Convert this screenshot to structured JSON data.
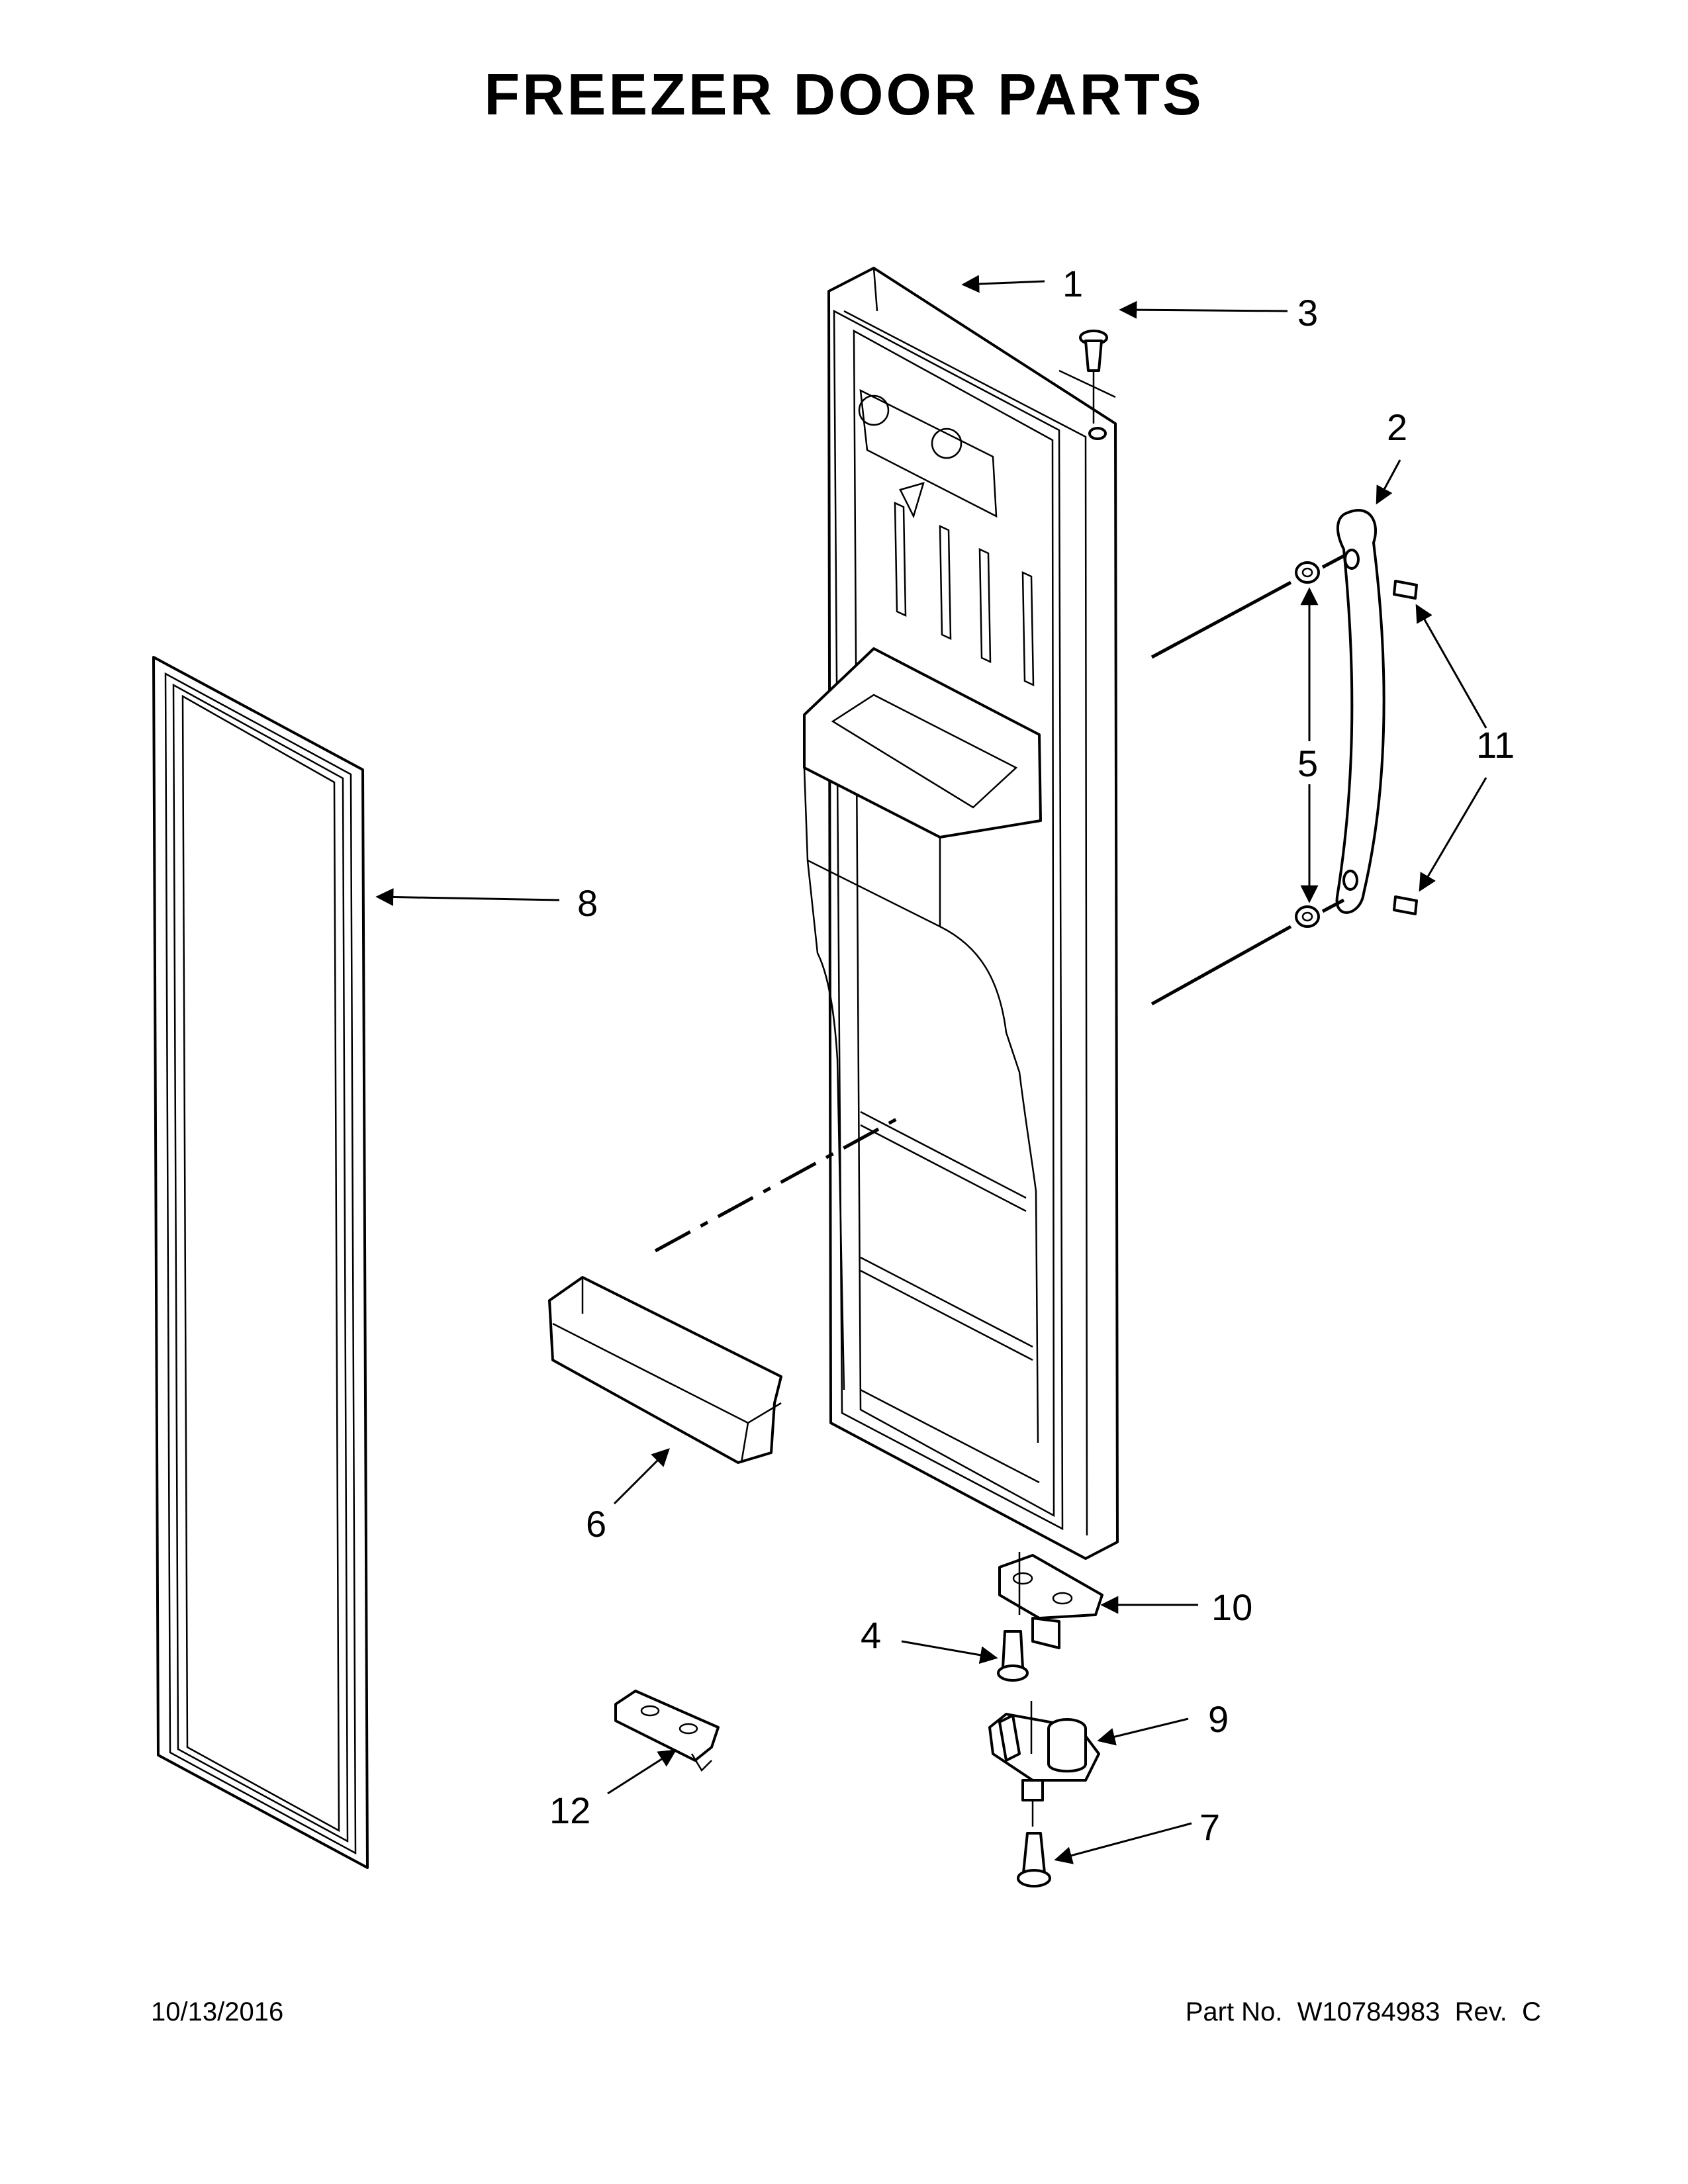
{
  "header": {
    "title": "FREEZER DOOR PARTS"
  },
  "callouts": [
    "1",
    "2",
    "3",
    "4",
    "5",
    "6",
    "7",
    "8",
    "9",
    "10",
    "11",
    "12"
  ],
  "footer": {
    "date": "10/13/2016",
    "part_number": "Part No.  W10784983  Rev.  C"
  }
}
